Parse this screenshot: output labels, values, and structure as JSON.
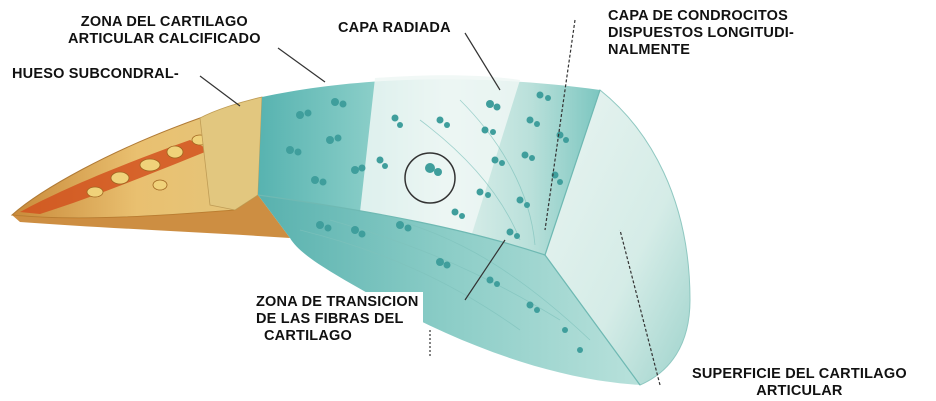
{
  "labels": {
    "calcified_zone": [
      "ZONA DEL CARTILAGO",
      "ARTICULAR CALCIFICADO"
    ],
    "subchondral_bone": [
      "HUESO SUBCONDRAL-"
    ],
    "radiated_layer": [
      "CAPA RADIADA"
    ],
    "chondrocytes_layer": [
      "CAPA DE CONDROCITOS",
      "DISPUESTOS LONGITUDI-",
      "NALMENTE"
    ],
    "transition_zone": [
      "ZONA DE TRANSICION",
      "DE LAS FIBRAS DEL",
      "CARTILAGO"
    ],
    "articular_surface": [
      "SUPERFICIE DEL CARTILAGO",
      "ARTICULAR"
    ]
  },
  "colors": {
    "bone_yellow": "#e8c97a",
    "bone_red": "#d64a1f",
    "calcified": "#dcc37e",
    "deep_teal": "#5fb8b5",
    "mid_teal": "#9fd6d0",
    "pale": "#e6f2ef",
    "surface": "#cfe9e4",
    "cell": "#3f9e9c"
  }
}
